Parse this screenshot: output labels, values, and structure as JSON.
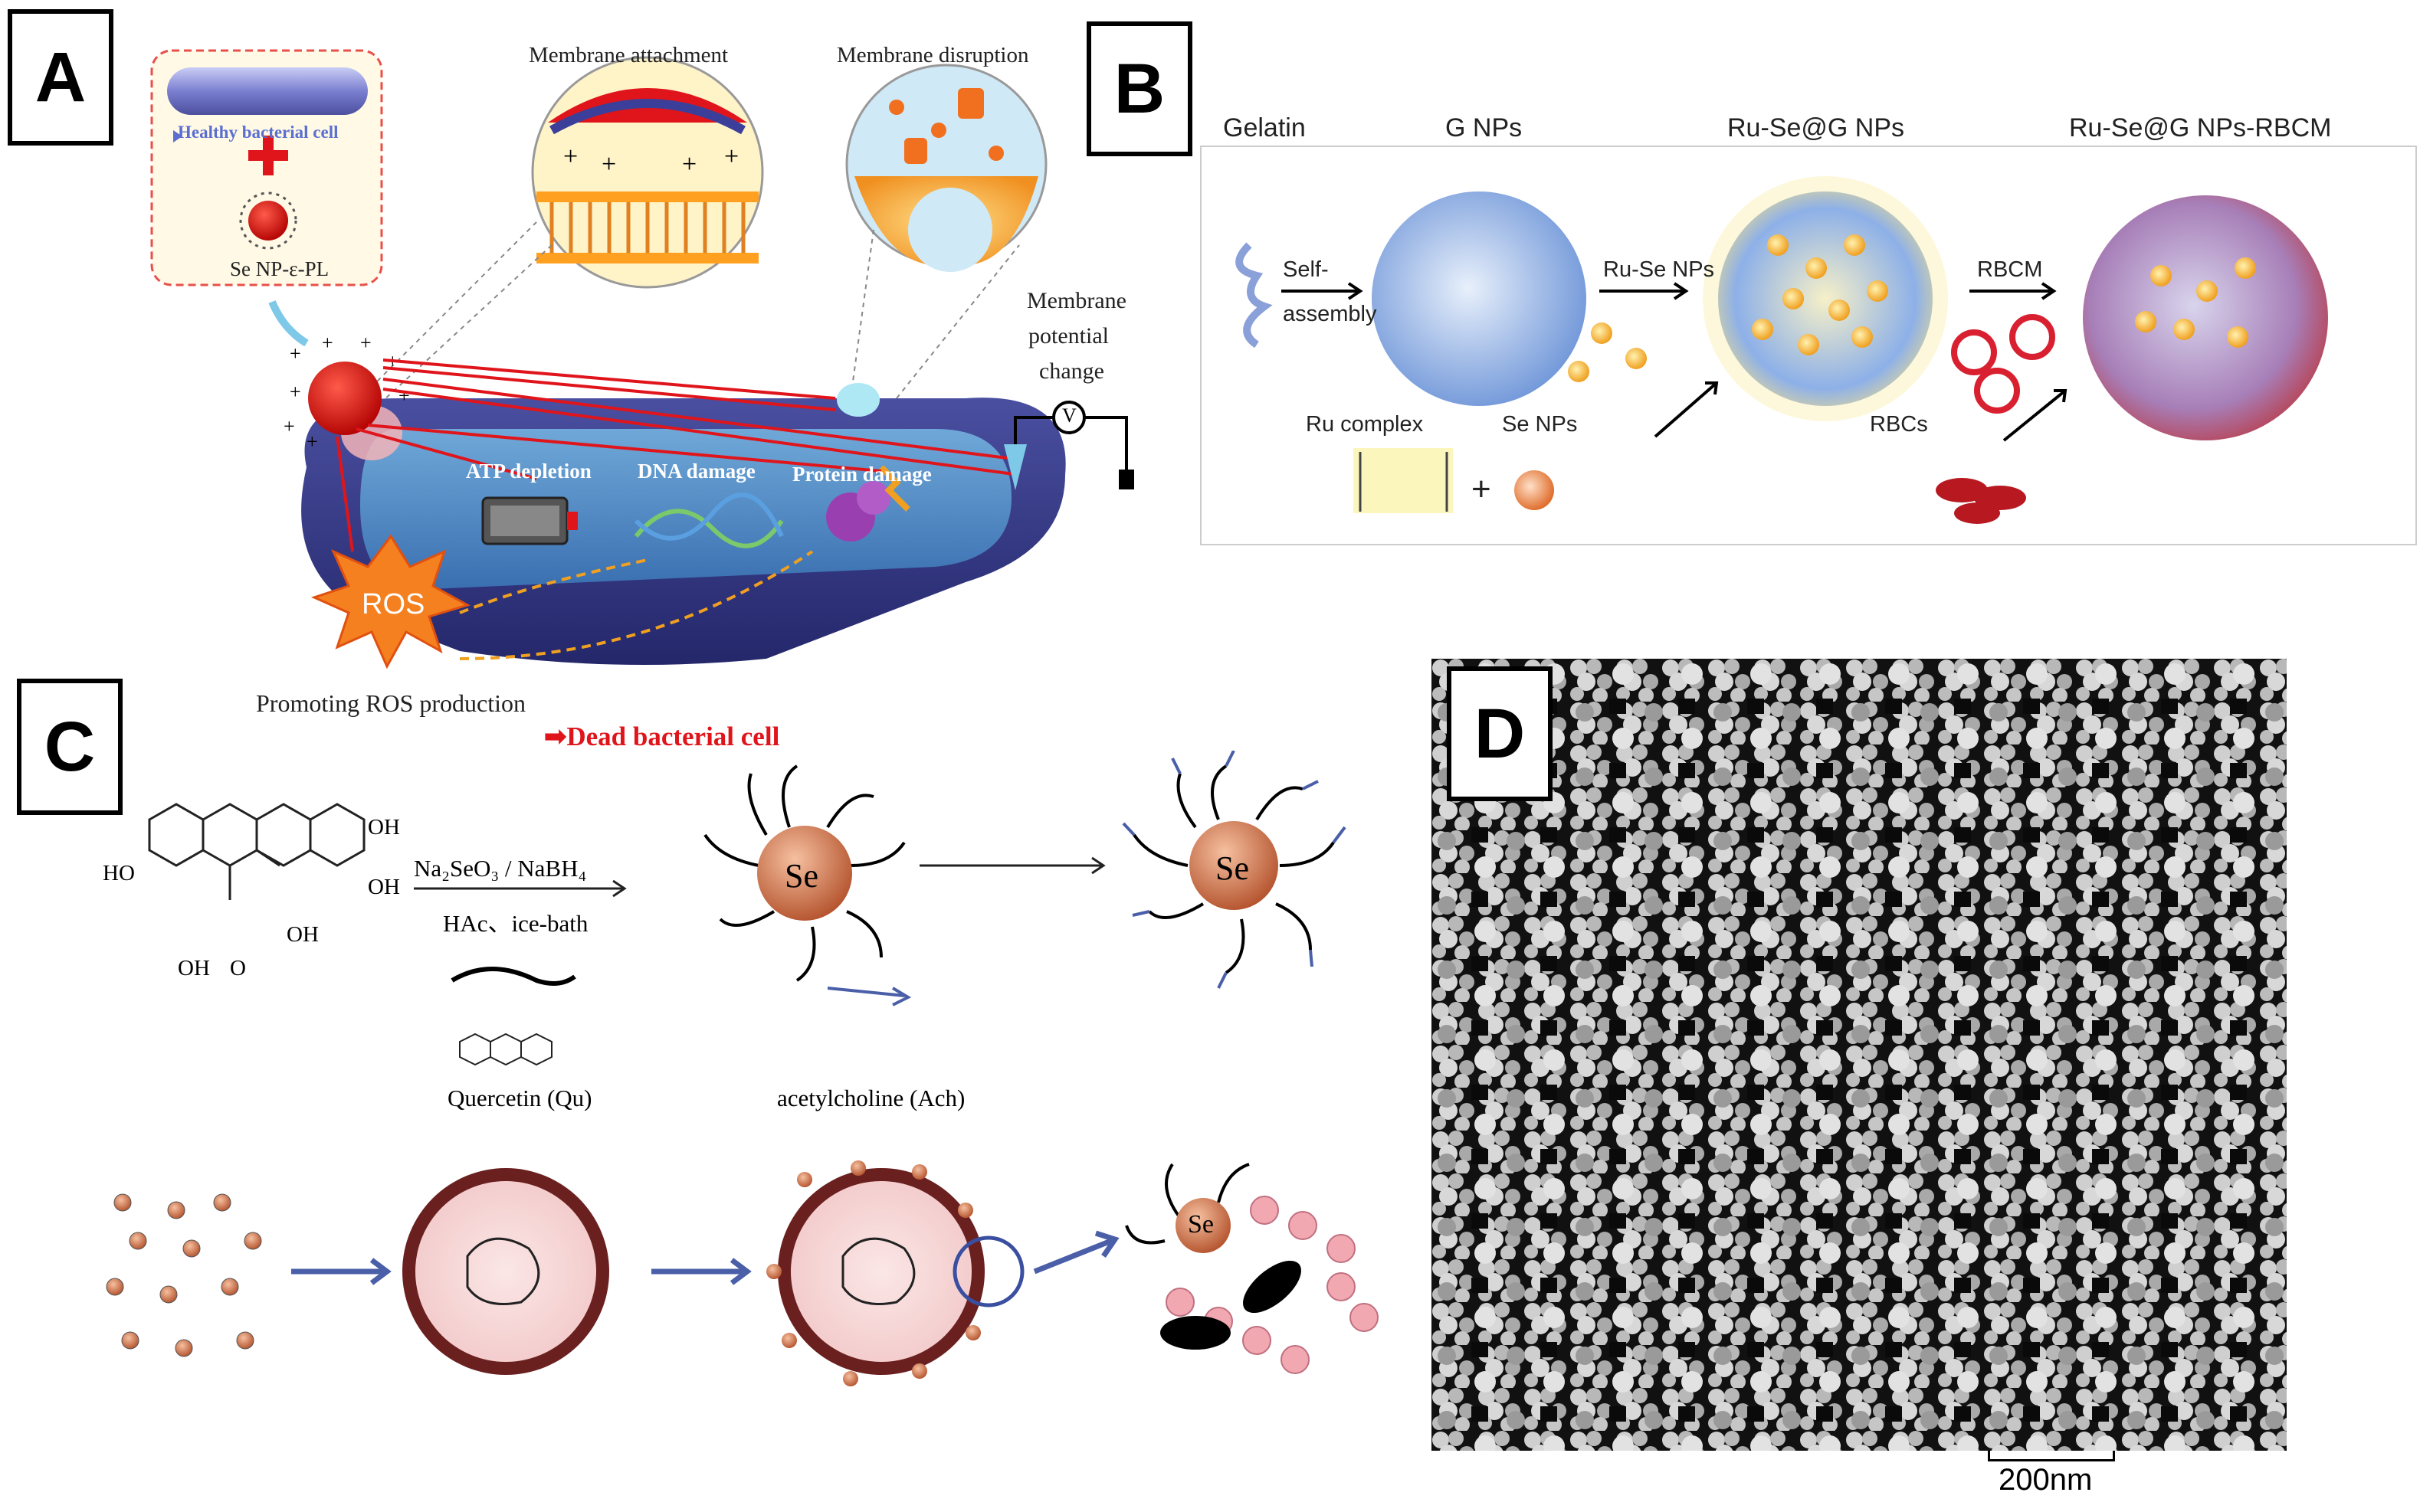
{
  "panels": {
    "a": {
      "letter": "A",
      "healthy_cell": "Healthy bacterial cell",
      "se_np": "Se NP-ε-PL",
      "membrane_attachment": "Membrane attachment",
      "membrane_disruption": "Membrane disruption",
      "membrane_potential_change": [
        "Membrane",
        "potential",
        "change"
      ],
      "voltmeter": "V",
      "atp_depletion": "ATP depletion",
      "dna_damage": "DNA damage",
      "protein_damage": "Protein damage",
      "ros": "ROS",
      "promoting_ros": "Promoting ROS production",
      "dead_cell": "Dead bacterial cell"
    },
    "b": {
      "letter": "B",
      "gelatin": "Gelatin",
      "g_nps": "G NPs",
      "ru_se_g_nps": "Ru-Se@G NPs",
      "ru_se_g_nps_rbcm": "Ru-Se@G NPs-RBCM",
      "self_assembly": [
        "Self-",
        "assembly"
      ],
      "ru_se_nps": "Ru-Se NPs",
      "rbcm": "RBCM",
      "ru_complex": "Ru complex",
      "se_nps": "Se NPs",
      "rbcs": "RBCs",
      "plus": "+"
    },
    "c": {
      "letter": "C",
      "reagent_top": "Na₂SeO₃ / NaBH₄",
      "reagent_bottom": "HAc、ice-bath",
      "se": "Se",
      "quercetin": "Quercetin (Qu)",
      "acetylcholine": "acetylcholine (Ach)",
      "ho": "HO",
      "oh": "OH",
      "o": "O"
    },
    "d": {
      "letter": "D",
      "scale_bar": "200nm"
    }
  },
  "colors": {
    "red": "#e0151b",
    "dark_blue": "#3a3f86",
    "arrow_blue": "#4a5fa8",
    "gold": "#f0a020"
  }
}
